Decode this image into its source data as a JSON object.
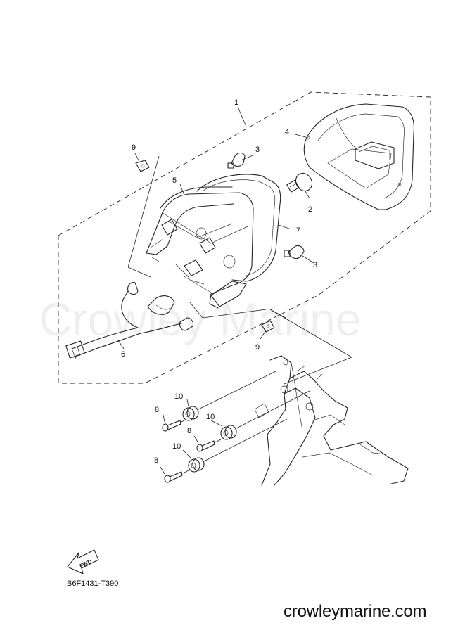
{
  "diagram": {
    "callouts": {
      "c1": "1",
      "c2": "2",
      "c3a": "3",
      "c3b": "3",
      "c4": "4",
      "c5": "5",
      "c6": "6",
      "c7": "7",
      "c8a": "8",
      "c8b": "8",
      "c8c": "8",
      "c9a": "9",
      "c9b": "9",
      "c10a": "10",
      "c10b": "10",
      "c10c": "10"
    },
    "fwd_label": "FWD",
    "watermark": "Crowley Marine",
    "diagram_code": "B6F1431-T390",
    "site_name": "crowleymarine.com"
  }
}
